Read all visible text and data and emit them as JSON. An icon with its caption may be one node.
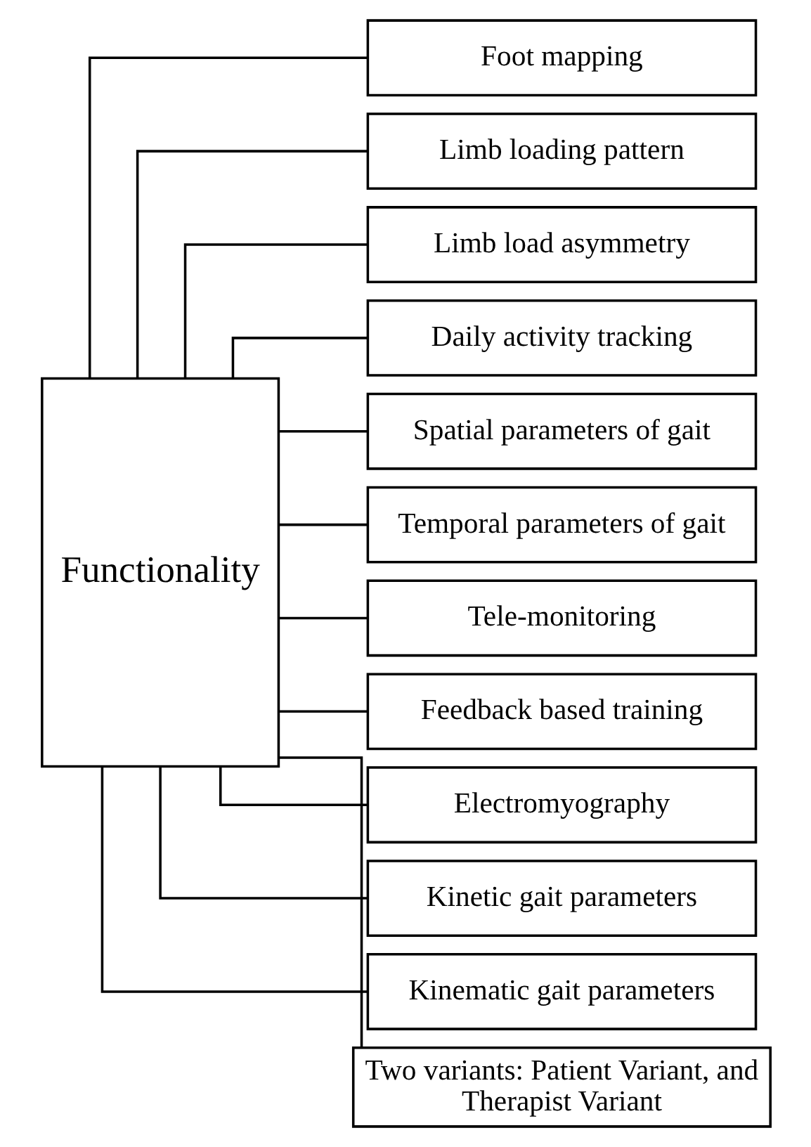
{
  "diagram": {
    "nodes": [
      {
        "text": [
          "Functionality"
        ]
      },
      {
        "text": [
          "Foot mapping"
        ]
      },
      {
        "text": [
          "Limb loading pattern"
        ]
      },
      {
        "text": [
          "Limb load asymmetry"
        ]
      },
      {
        "text": [
          "Daily activity tracking"
        ]
      },
      {
        "text": [
          "Spatial parameters of gait"
        ]
      },
      {
        "text": [
          "Temporal parameters of gait"
        ]
      },
      {
        "text": [
          "Tele-monitoring"
        ]
      },
      {
        "text": [
          "Feedback based training"
        ]
      },
      {
        "text": [
          "Electromyography"
        ]
      },
      {
        "text": [
          "Kinetic gait parameters"
        ]
      },
      {
        "text": [
          "Kinematic gait parameters"
        ]
      },
      {
        "text": [
          "Two variants: Patient Variant, and Therapist Variant"
        ]
      }
    ],
    "edges": [
      {
        "from": 0,
        "to": 1,
        "arrow": "none"
      },
      {
        "from": 0,
        "to": 2,
        "arrow": "none"
      },
      {
        "from": 0,
        "to": 3,
        "arrow": "none"
      },
      {
        "from": 0,
        "to": 4,
        "arrow": "none"
      },
      {
        "from": 0,
        "to": 5,
        "arrow": "none"
      },
      {
        "from": 0,
        "to": 6,
        "arrow": "none"
      },
      {
        "from": 0,
        "to": 7,
        "arrow": "none"
      },
      {
        "from": 0,
        "to": 8,
        "arrow": "none"
      },
      {
        "from": 0,
        "to": 9,
        "arrow": "none"
      },
      {
        "from": 0,
        "to": 10,
        "arrow": "none"
      },
      {
        "from": 0,
        "to": 11,
        "arrow": "none"
      },
      {
        "from": 0,
        "to": 12,
        "arrow": "none"
      }
    ]
  }
}
